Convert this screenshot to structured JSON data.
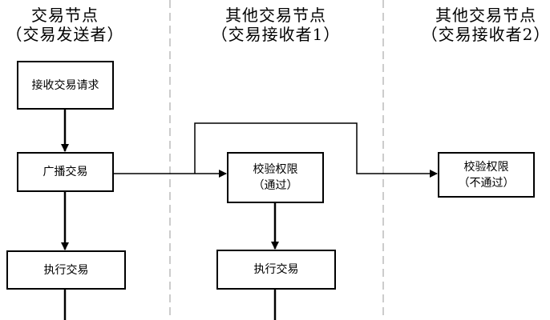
{
  "lanes": [
    {
      "title": "交易节点",
      "subtitle": "（交易发送者）"
    },
    {
      "title": "其他交易节点",
      "subtitle": "（交易接收者1）"
    },
    {
      "title": "其他交易节点",
      "subtitle": "（交易接收者2）"
    }
  ],
  "boxes": {
    "receive_request": {
      "label": "接收交易请求"
    },
    "broadcast": {
      "label": "广播交易"
    },
    "execute_sender": {
      "label": "执行交易"
    },
    "verify_pass": {
      "label": "校验权限",
      "status": "（通过）"
    },
    "execute_receiver1": {
      "label": "执行交易"
    },
    "verify_fail": {
      "label": "校验权限",
      "status": "（不通过）"
    }
  },
  "colors": {
    "line": "#000000",
    "lane_divider": "#999999",
    "background": "#ffffff"
  }
}
